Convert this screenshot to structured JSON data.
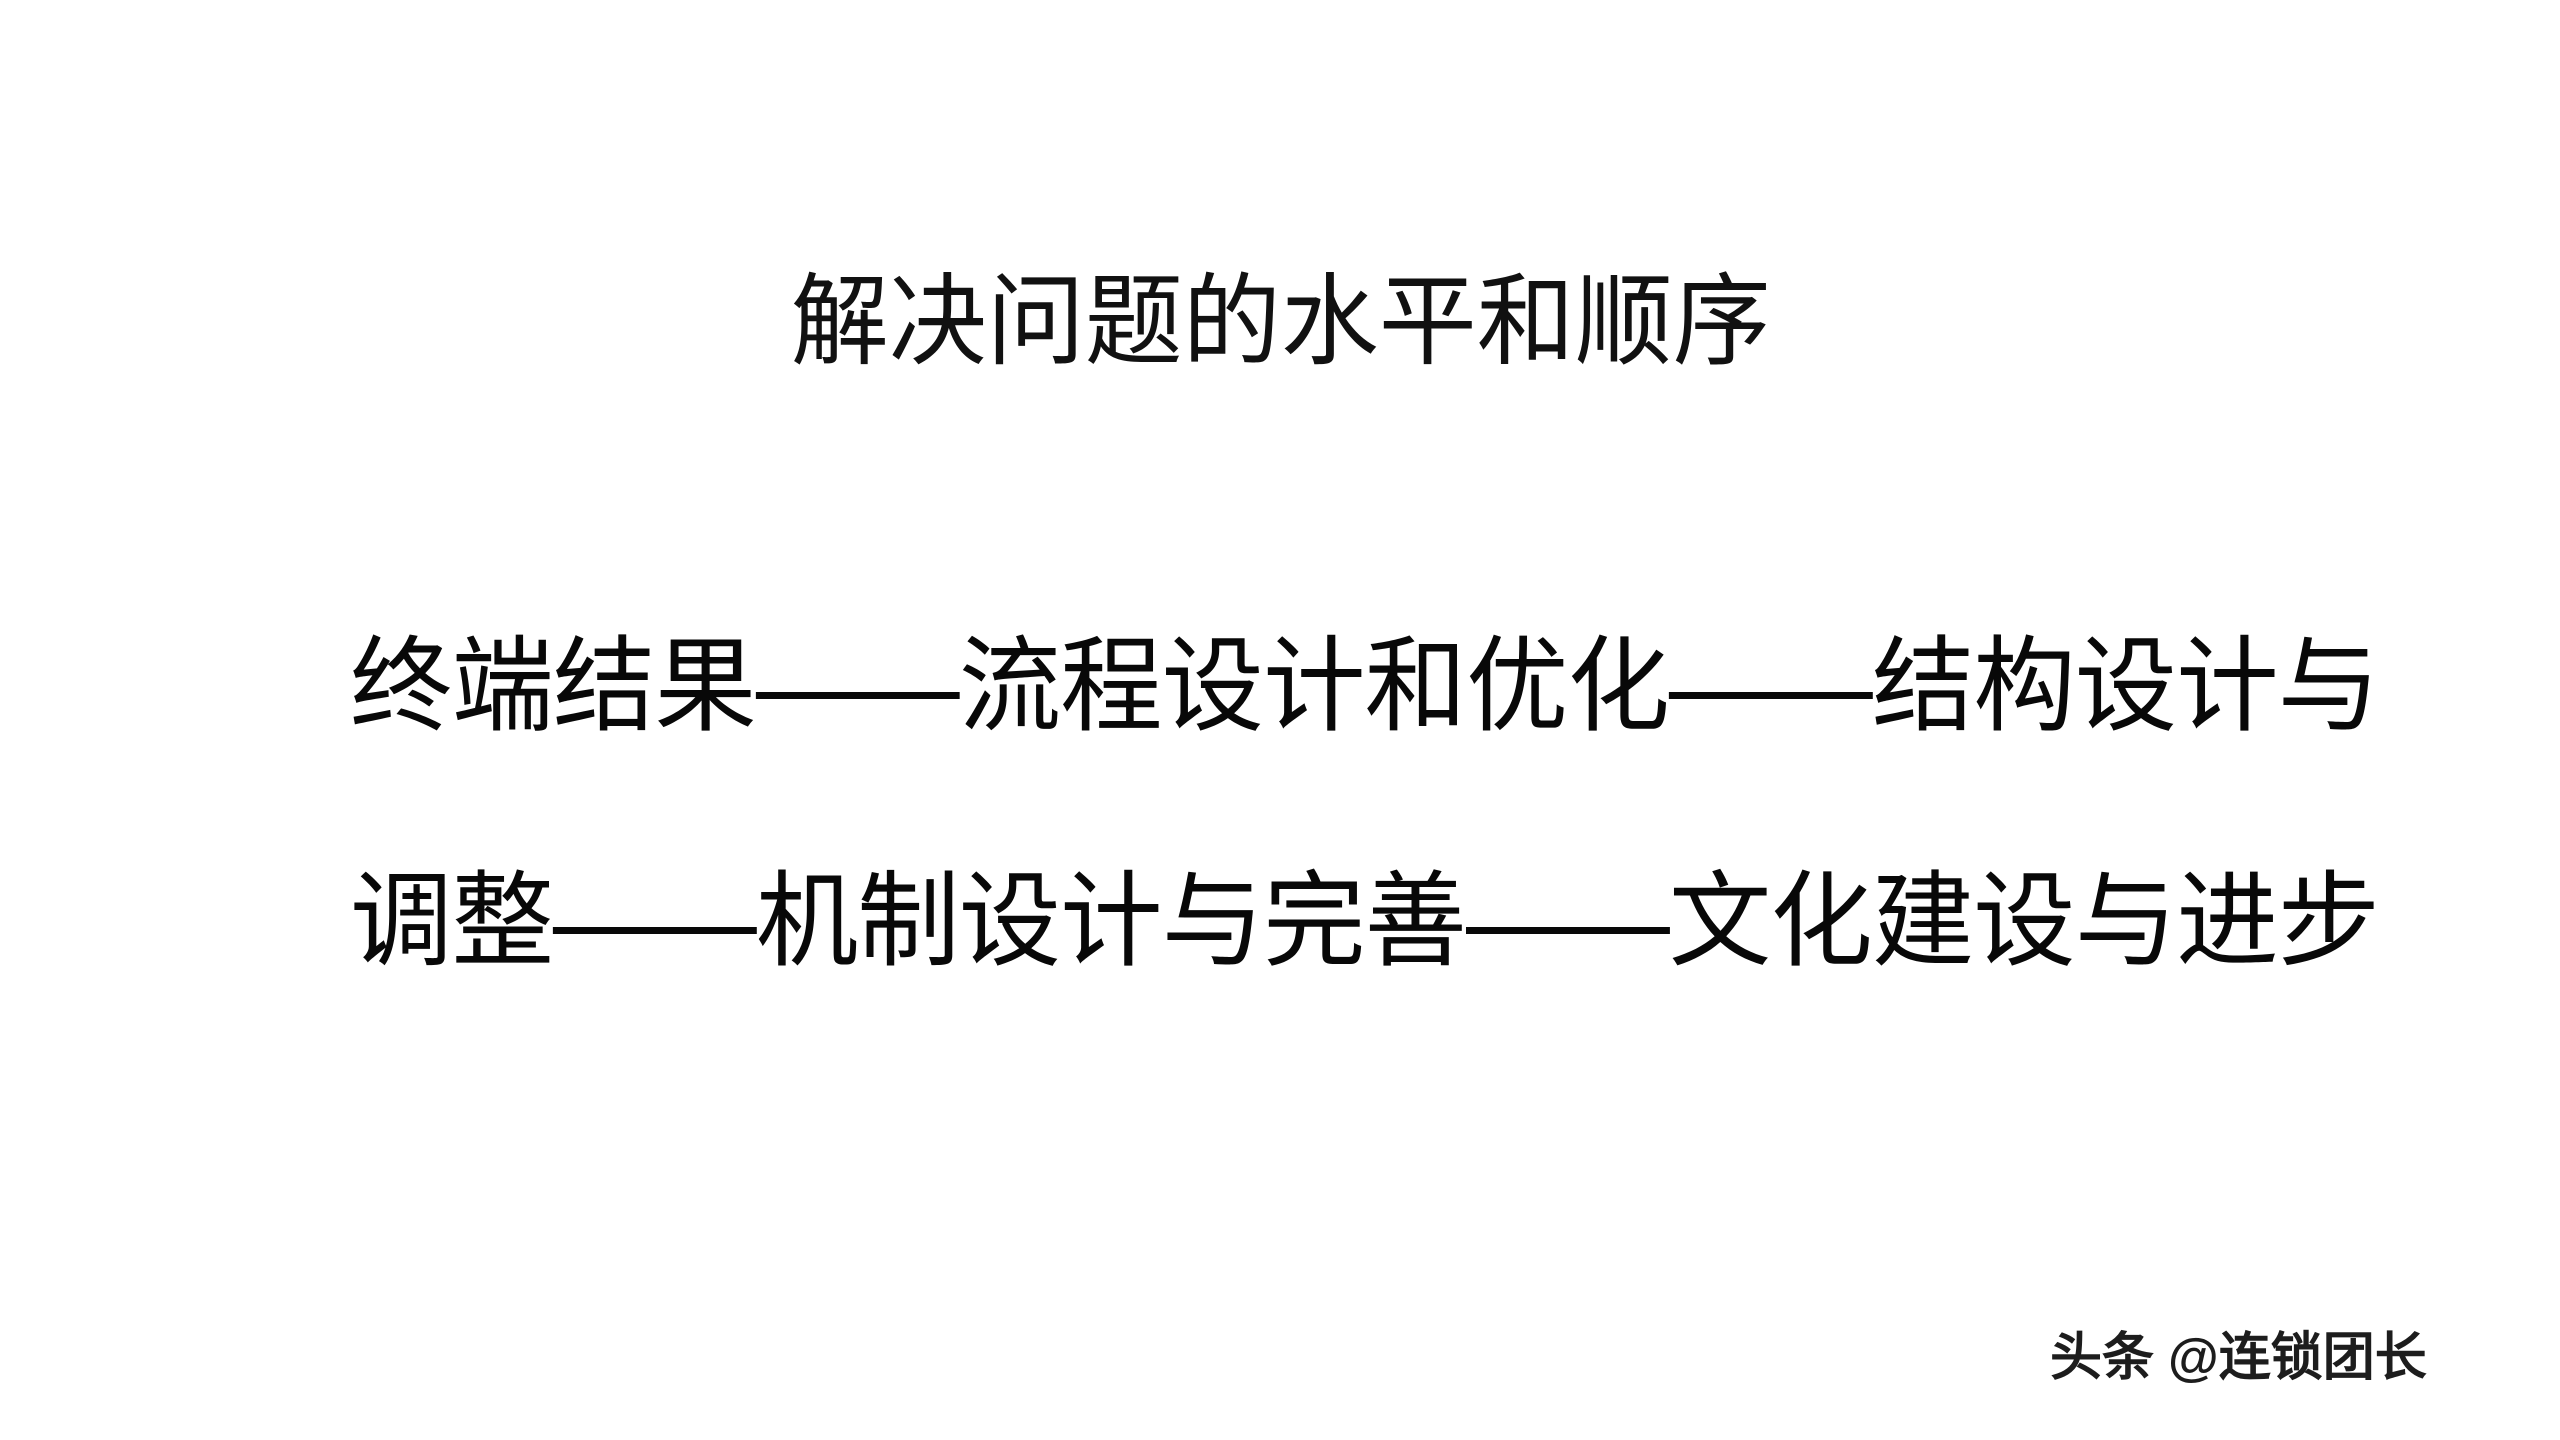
{
  "slide": {
    "background_color": "#ffffff",
    "text_color": "#111111",
    "title": "解决问题的水平和顺序",
    "body_lines": [
      "终端结果——流程设计和优化——结构设计与",
      "调整——机制设计与完善——文化建设与进步"
    ],
    "watermark": {
      "brand": "头条",
      "handle": "@连锁团长",
      "color": "#0c0c0c"
    }
  }
}
